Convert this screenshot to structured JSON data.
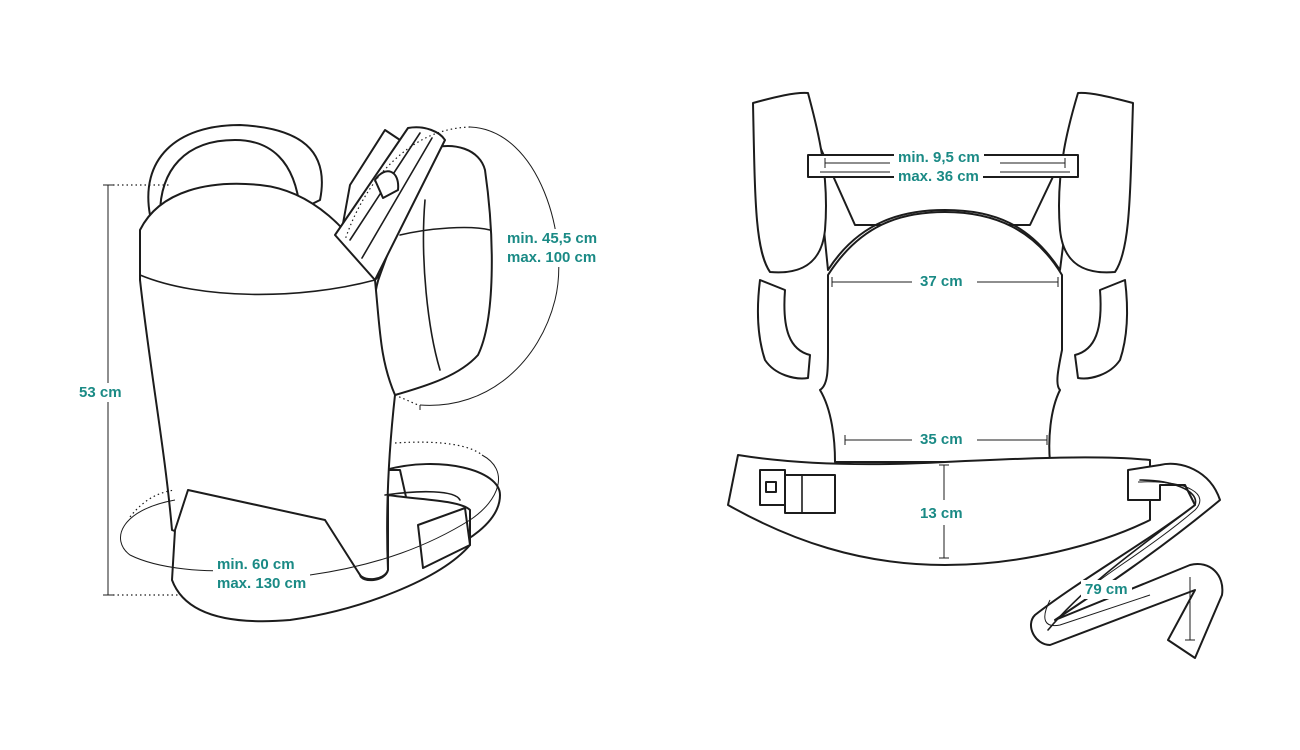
{
  "accent_color": "#1a8a85",
  "side_view": {
    "height": "53 cm",
    "shoulder_strap": {
      "min": "min. 45,5 cm",
      "max": "max. 100 cm"
    },
    "waist_belt": {
      "min": "min. 60 cm",
      "max": "max. 130 cm"
    }
  },
  "front_view": {
    "chest_strap": {
      "min": "min. 9,5 cm",
      "max": "max. 36 cm"
    },
    "top_width": "37 cm",
    "bottom_width": "35 cm",
    "belt_height": "13 cm",
    "belt_extension": "79 cm"
  }
}
